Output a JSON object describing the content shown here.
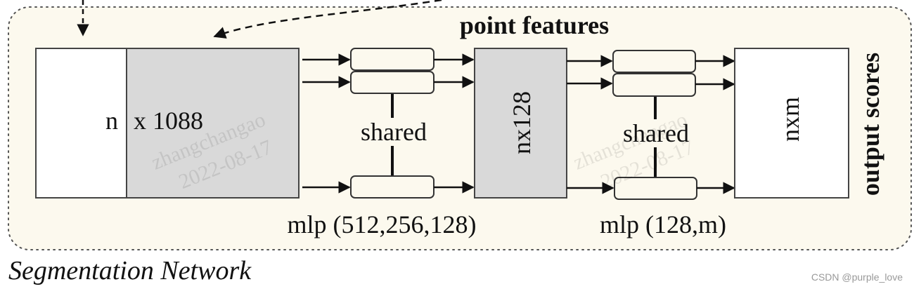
{
  "labels": {
    "point_features": "point features",
    "n": "n",
    "x1088": "x 1088",
    "shared_1": "shared",
    "nx128": "nx128",
    "shared_2": "shared",
    "nxm": "nxm",
    "output_scores": "output scores",
    "mlp_1": "mlp (512,256,128)",
    "mlp_2": "mlp (128,m)",
    "network_name": "Segmentation Network",
    "watermark_user": "zhangchangao",
    "watermark_date": "2022-08-17",
    "credit": "CSDN @purple_love"
  },
  "colors": {
    "panel_bg": "#fcf9ee",
    "box_gray": "#d9d9d9",
    "stroke": "#333333"
  }
}
